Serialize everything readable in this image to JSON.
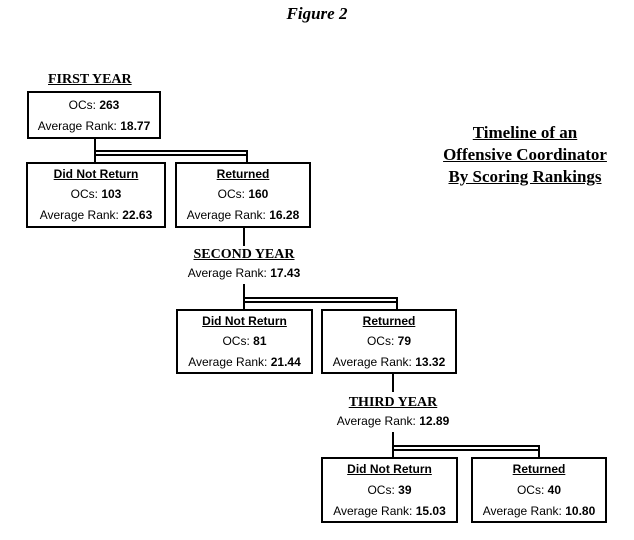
{
  "figure_label": "Figure 2",
  "title_lines": [
    "Timeline of an",
    "Offensive Coordinator",
    "By Scoring Rankings"
  ],
  "first_year": {
    "heading": "FIRST YEAR",
    "ocs_label": "OCs:",
    "ocs_value": "263",
    "avg_label": "Average Rank:",
    "avg_value": "18.77"
  },
  "year1_split": {
    "did_not_return": {
      "label": "Did Not Return",
      "ocs_label": "OCs:",
      "ocs_value": "103",
      "avg_label": "Average Rank:",
      "avg_value": "22.63"
    },
    "returned": {
      "label": "Returned",
      "ocs_label": "OCs:",
      "ocs_value": "160",
      "avg_label": "Average Rank:",
      "avg_value": "16.28"
    }
  },
  "second_year": {
    "heading": "SECOND YEAR",
    "avg_label": "Average Rank:",
    "avg_value": "17.43"
  },
  "year2_split": {
    "did_not_return": {
      "label": "Did Not Return",
      "ocs_label": "OCs:",
      "ocs_value": "81",
      "avg_label": "Average Rank:",
      "avg_value": "21.44"
    },
    "returned": {
      "label": "Returned",
      "ocs_label": "OCs:",
      "ocs_value": "79",
      "avg_label": "Average Rank:",
      "avg_value": "13.32"
    }
  },
  "third_year": {
    "heading": "THIRD YEAR",
    "avg_label": "Average Rank:",
    "avg_value": "12.89"
  },
  "year3_split": {
    "did_not_return": {
      "label": "Did Not Return",
      "ocs_label": "OCs:",
      "ocs_value": "39",
      "avg_label": "Average Rank:",
      "avg_value": "15.03"
    },
    "returned": {
      "label": "Returned",
      "ocs_label": "OCs:",
      "ocs_value": "40",
      "avg_label": "Average Rank:",
      "avg_value": "10.80"
    }
  }
}
